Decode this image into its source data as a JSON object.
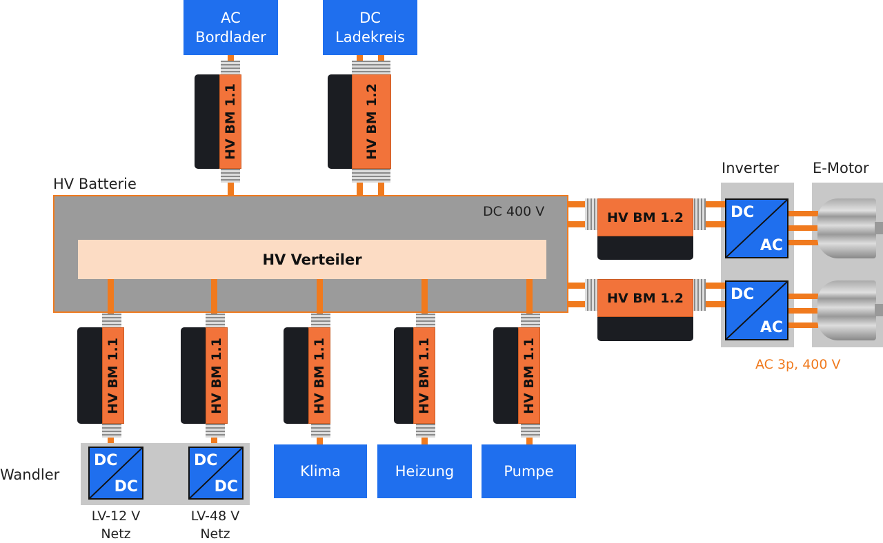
{
  "top_boxes": {
    "ac_charger": "AC\nBordlader",
    "ac_line1": "AC",
    "ac_line2": "Bordlader",
    "dc_line1": "DC",
    "dc_line2": "Ladekreis"
  },
  "battery": {
    "label": "HV Batterie",
    "voltage": "DC 400 V",
    "distributor": "HV Verteiler"
  },
  "modules": {
    "bm11": "HV BM 1.1",
    "bm12": "HV BM 1.2"
  },
  "drive": {
    "inverter_label": "Inverter",
    "motor_label": "E-Motor",
    "dc": "DC",
    "ac": "AC",
    "ac_note": "AC 3p, 400 V"
  },
  "bottom": {
    "converter_label": "Wandler",
    "dc": "DC",
    "lv12_1": "LV-12 V",
    "lv12_2": "Netz",
    "lv48_1": "LV-48 V",
    "lv48_2": "Netz",
    "klima": "Klima",
    "heizung": "Heizung",
    "pumpe": "Pumpe"
  },
  "colors": {
    "blue": "#1f6fee",
    "orange": "#f2733a",
    "cable": "#f07a1e",
    "battery": "#9b9b9b",
    "distributor": "#fcdcc4"
  }
}
